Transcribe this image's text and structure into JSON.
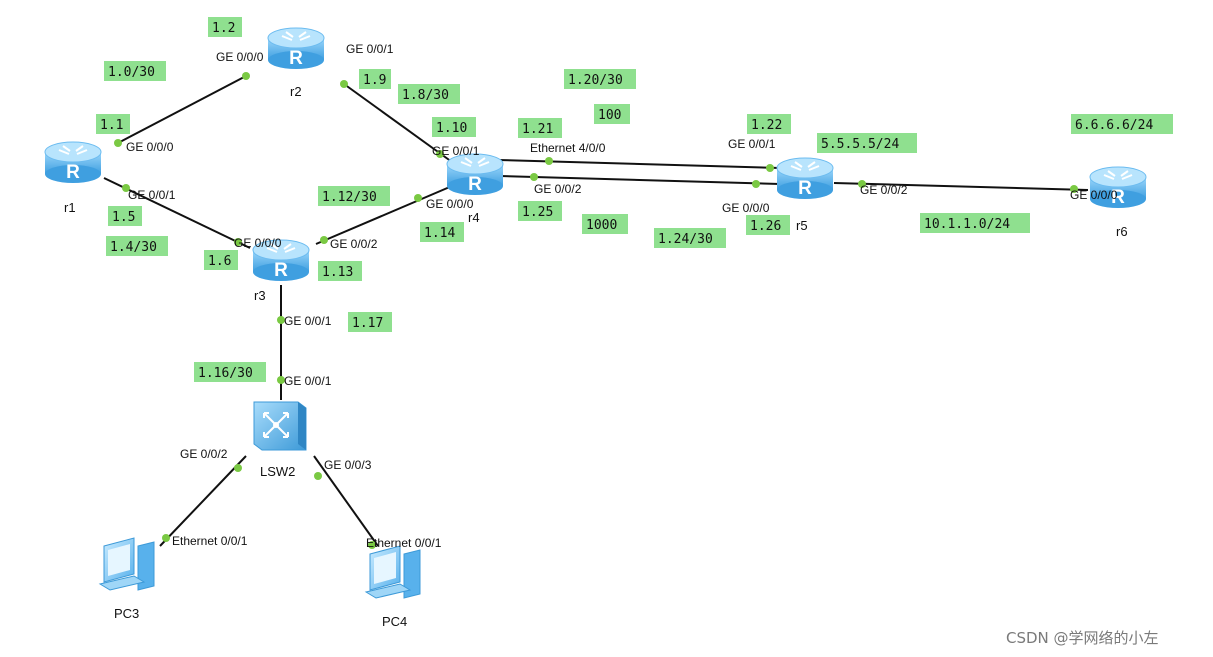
{
  "colors": {
    "link": "#111111",
    "port_dot": "#7ac943",
    "annotation_bg": "#8fe08f",
    "router_blue": "#5fb6ee",
    "switch_blue": "#5fb6ee"
  },
  "devices": {
    "r1": "r1",
    "r2": "r2",
    "r3": "r3",
    "r4": "r4",
    "r5": "r5",
    "r6": "r6",
    "lsw2": "LSW2",
    "pc3": "PC3",
    "pc4": "PC4"
  },
  "router_icon_letter": "R",
  "ports": {
    "r2_g000": "GE 0/0/0",
    "r2_g001": "GE 0/0/1",
    "r1_g000": "GE 0/0/0",
    "r1_g001": "GE 0/0/1",
    "r4_g001": "GE 0/0/1",
    "r4_g000": "GE 0/0/0",
    "r4_eth400": "Ethernet 4/0/0",
    "r4_g002": "GE 0/0/2",
    "r3_g000": "GE 0/0/0",
    "r3_g002": "GE 0/0/2",
    "r3_g001": "GE 0/0/1",
    "r5_g001": "GE 0/0/1",
    "r5_g000": "GE 0/0/0",
    "r5_g002": "GE 0/0/2",
    "r6_g000": "GE 0/0/0",
    "lsw_g001": "GE 0/0/1",
    "lsw_g002": "GE 0/0/2",
    "lsw_g003": "GE 0/0/3",
    "pc3_eth": "Ethernet 0/0/1",
    "pc4_eth": "Ethernet 0/0/1"
  },
  "annotations": {
    "a_1_2": "1.2",
    "a_1_0_30": "1.0/30",
    "a_1_9": "1.9",
    "a_1_8_30": "1.8/30",
    "a_1_1": "1.1",
    "a_1_10": "1.10",
    "a_1_21": "1.21",
    "a_1_20_30": "1.20/30",
    "a_100": "100",
    "a_1_22": "1.22",
    "a_5555": "5.5.5.5/24",
    "a_6666": "6.6.6.6/24",
    "a_1_5": "1.5",
    "a_1_4_30": "1.4/30",
    "a_1_12_30": "1.12/30",
    "a_1_14": "1.14",
    "a_1_6": "1.6",
    "a_1_13": "1.13",
    "a_1_25": "1.25",
    "a_1000": "1000",
    "a_1_24_30": "1.24/30",
    "a_1_26": "1.26",
    "a_10110": "10.1.1.0/24",
    "a_1_17": "1.17",
    "a_1_16_30": "1.16/30"
  },
  "watermark": "CSDN @学网络的小左"
}
